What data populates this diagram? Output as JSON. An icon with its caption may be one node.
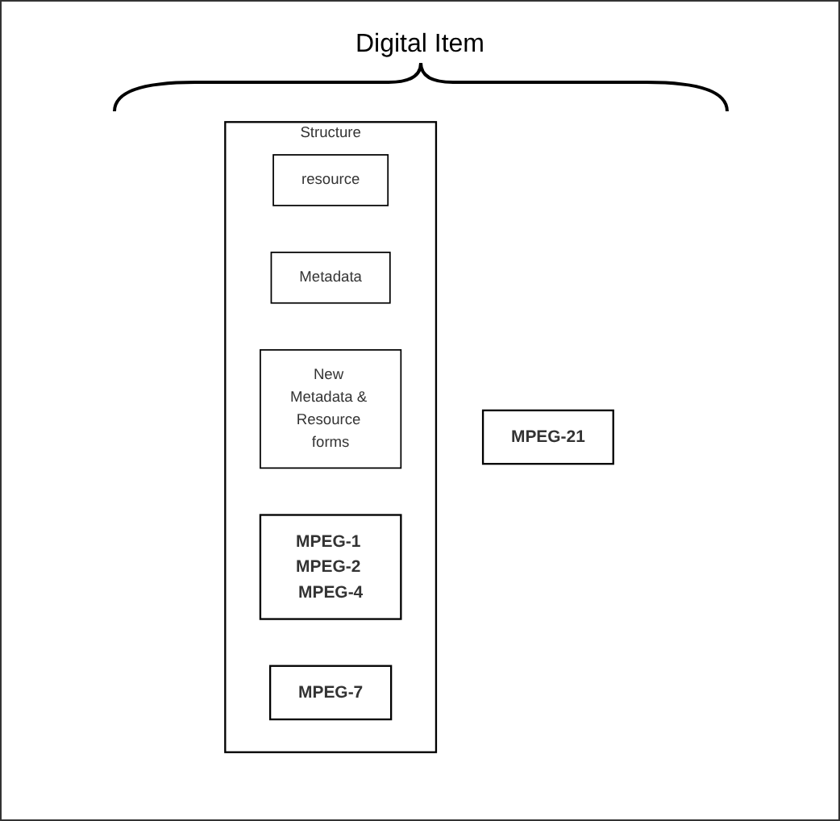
{
  "diagram": {
    "nodes": [
      {
        "text": [
          "Structure"
        ]
      },
      {
        "text": [
          "resource"
        ],
        "in": 0
      },
      {
        "text": [
          "Metadata"
        ],
        "in": 0
      },
      {
        "text": [
          "New Metadata & Resource forms"
        ],
        "in": 0
      },
      {
        "text": [
          "MPEG-1 MPEG-2 MPEG-4"
        ],
        "in": 0
      },
      {
        "text": [
          "MPEG-7"
        ],
        "in": 0
      },
      {
        "text": [
          "MPEG-21"
        ]
      }
    ],
    "labels": [
      "Digital Item"
    ]
  }
}
